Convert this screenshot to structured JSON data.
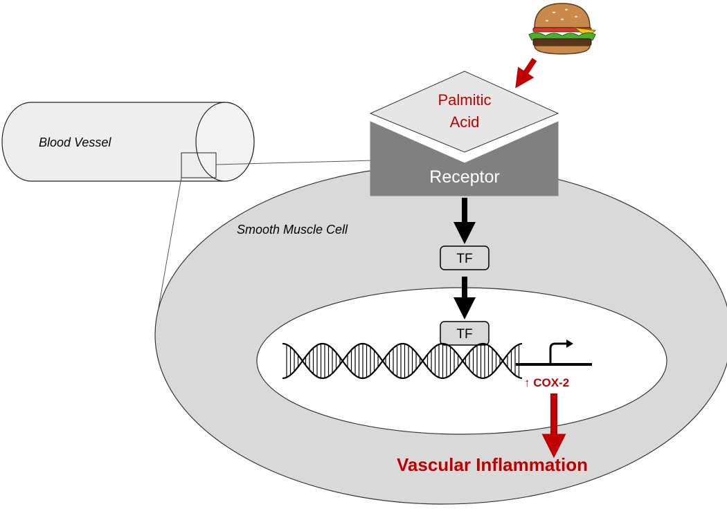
{
  "labels": {
    "blood_vessel": "Blood Vessel",
    "smooth_muscle_cell": "Smooth Muscle Cell",
    "palmitic_line1": "Palmitic",
    "palmitic_line2": "Acid",
    "receptor": "Receptor",
    "tf_cytoplasm": "TF",
    "tf_nucleus": "TF",
    "cox2": "↑ COX-2",
    "outcome": "Vascular Inflammation"
  },
  "icons": {
    "food": "hamburger-icon"
  },
  "colors": {
    "accent_red": "#c00000",
    "cell_gray": "#d9d9d9",
    "receptor_gray": "#7f7f7f",
    "tf_fill": "#d9d9d9",
    "line": "#000000"
  }
}
